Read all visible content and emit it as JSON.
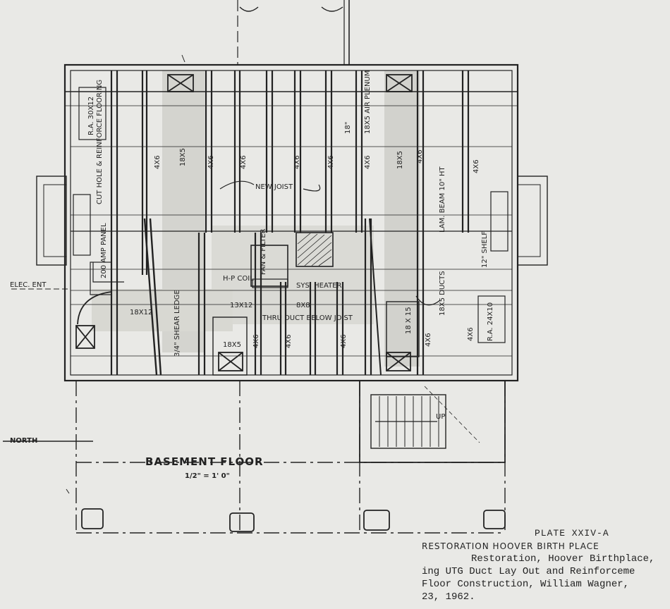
{
  "drawing": {
    "title": "BASEMENT FLOOR",
    "scale": "1/2\" = 1' 0\"",
    "north_label": "NORTH",
    "elec_ent": "ELEC. ENT",
    "new_joist": "NEW JOIST",
    "panel_200amp": "200 AMP PANEL",
    "cut_hole": "CUT HOLE & REINFORCE FLOORING",
    "ra_1": "R.A. 30X12",
    "ra_2": "R.A. 24X10",
    "air_plenum": "18X5 AIR PLENUM",
    "ducts_18x5": "18X5 DUCTS",
    "lam_beam": "LAM. BEAM 10\" HT",
    "shelf": "12\" SHELF",
    "joist_4x6": "4X6",
    "joist_18x5": "18X5",
    "coil": "H-P COIL",
    "fan": "FAN & FILTER",
    "heater": "SYS. HEATER",
    "duct_13x12": "13X12",
    "duct_8x8": "8X8",
    "thru_duct": "THRU DUCT BELOW JOIST",
    "duct_18x12": "18X12",
    "shear_ledge": "3/4\" SHEAR LEDGE",
    "size_18": "18\"",
    "size_18x15": "18 X 15",
    "up": "UP"
  },
  "caption": {
    "plate": "PLATE XXIV-A",
    "handwritten": "RESTORATION HOOVER BIRTH PLACE",
    "line1": "Restoration, Hoover Birthplace,",
    "line2": "ing UTG Duct Lay Out and Reinforceme",
    "line3": "Floor Construction, William Wagner,",
    "line4": "23, 1962."
  }
}
